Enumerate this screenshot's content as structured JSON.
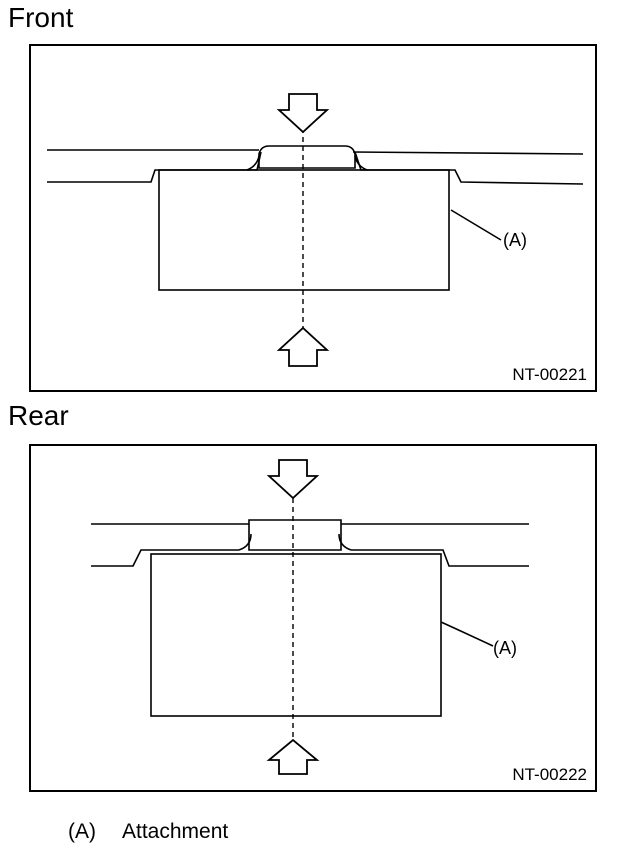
{
  "front": {
    "heading": "Front",
    "label_a": "(A)",
    "code": "NT-00221"
  },
  "rear": {
    "heading": "Rear",
    "label_a": "(A)",
    "code": "NT-00222"
  },
  "legend": {
    "key": "(A)",
    "text": "Attachment"
  }
}
